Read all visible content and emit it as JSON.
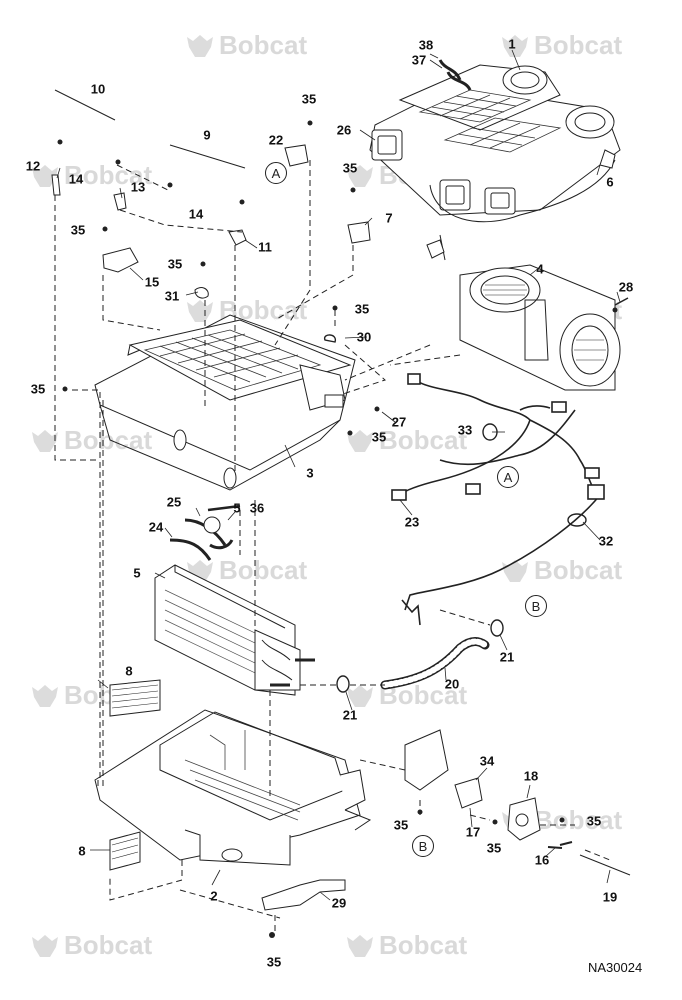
{
  "watermark": {
    "brand": "Bobcat"
  },
  "diagram_id": "NA30024",
  "reference_circles": [
    "A",
    "B"
  ],
  "callouts": [
    "1",
    "2",
    "3",
    "4",
    "5",
    "6",
    "7",
    "8",
    "9",
    "10",
    "11",
    "12",
    "13",
    "14",
    "15",
    "16",
    "17",
    "18",
    "19",
    "20",
    "21",
    "22",
    "23",
    "24",
    "25",
    "26",
    "27",
    "28",
    "29",
    "30",
    "31",
    "32",
    "33",
    "34",
    "35",
    "36",
    "37",
    "38"
  ]
}
